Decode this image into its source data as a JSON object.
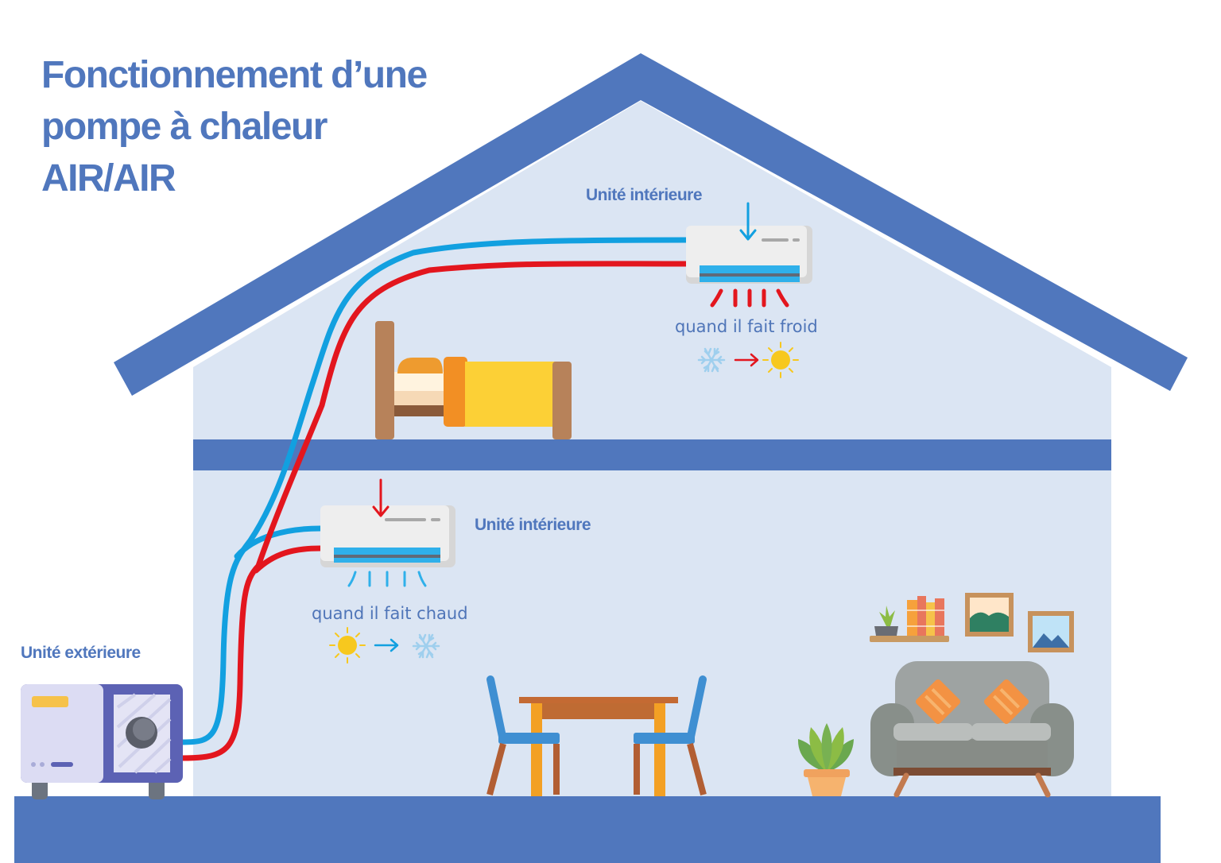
{
  "title": {
    "line1": "Fonctionnement d’une",
    "line2": "pompe à chaleur",
    "line3": "AIR/AIR"
  },
  "labels": {
    "indoor_unit_top": "Unité intérieure",
    "indoor_unit_bottom": "Unité intérieure",
    "outdoor_unit": "Unité extérieure",
    "cold_mode": "quand il fait froid",
    "hot_mode": "quand il fait chaud"
  },
  "icons": {
    "cold_to_hot": [
      "snowflake-icon",
      "arrow-right-icon",
      "sun-icon"
    ],
    "hot_to_cold": [
      "sun-icon",
      "arrow-right-icon",
      "snowflake-icon"
    ]
  },
  "colors": {
    "house_blue": "#5077bd",
    "wall": "#dbe5f3",
    "hot_pipe": "#e3161e",
    "cold_pipe": "#12a0e0",
    "sun": "#f7c81e",
    "snowflake": "#9fcfee"
  }
}
